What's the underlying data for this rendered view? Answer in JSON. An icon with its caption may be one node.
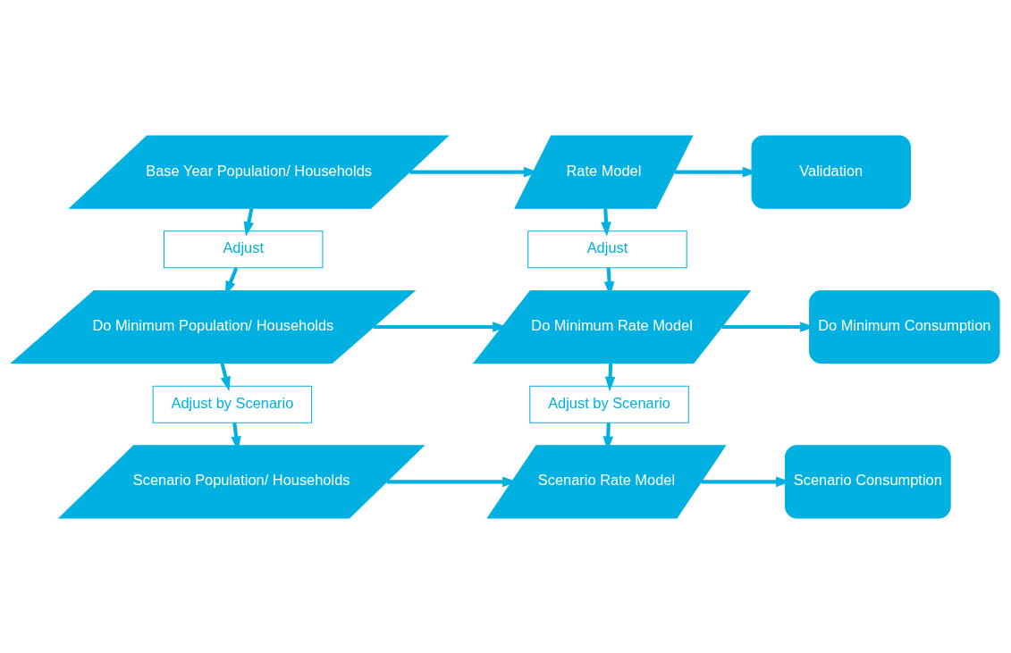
{
  "diagram": {
    "nodes": [
      {
        "text": [
          "Base Year Population/ Households"
        ]
      },
      {
        "text": [
          "Rate Model"
        ]
      },
      {
        "text": [
          "Validation"
        ]
      },
      {
        "text": [
          "Adjust"
        ]
      },
      {
        "text": [
          "Adjust"
        ]
      },
      {
        "text": [
          "Do Minimum Population/ Households"
        ]
      },
      {
        "text": [
          "Do Minimum Rate Model"
        ]
      },
      {
        "text": [
          "Do Minimum Consumption"
        ]
      },
      {
        "text": [
          "Adjust by Scenario"
        ]
      },
      {
        "text": [
          "Adjust by Scenario"
        ]
      },
      {
        "text": [
          "Scenario Population/ Households"
        ]
      },
      {
        "text": [
          "Scenario Rate Model"
        ]
      },
      {
        "text": [
          "Scenario Consumption"
        ]
      }
    ],
    "edges": [
      {
        "from": 0,
        "to": 1,
        "arrow": "to"
      },
      {
        "from": 1,
        "to": 2,
        "arrow": "to"
      },
      {
        "from": 0,
        "to": 3,
        "arrow": "to"
      },
      {
        "from": 1,
        "to": 4,
        "arrow": "to"
      },
      {
        "from": 3,
        "to": 5,
        "arrow": "to"
      },
      {
        "from": 4,
        "to": 6,
        "arrow": "to"
      },
      {
        "from": 5,
        "to": 6,
        "arrow": "to"
      },
      {
        "from": 6,
        "to": 7,
        "arrow": "to"
      },
      {
        "from": 5,
        "to": 8,
        "arrow": "to"
      },
      {
        "from": 6,
        "to": 9,
        "arrow": "to"
      },
      {
        "from": 8,
        "to": 10,
        "arrow": "to"
      },
      {
        "from": 9,
        "to": 11,
        "arrow": "to"
      },
      {
        "from": 10,
        "to": 11,
        "arrow": "to"
      },
      {
        "from": 11,
        "to": 12,
        "arrow": "to"
      }
    ]
  }
}
